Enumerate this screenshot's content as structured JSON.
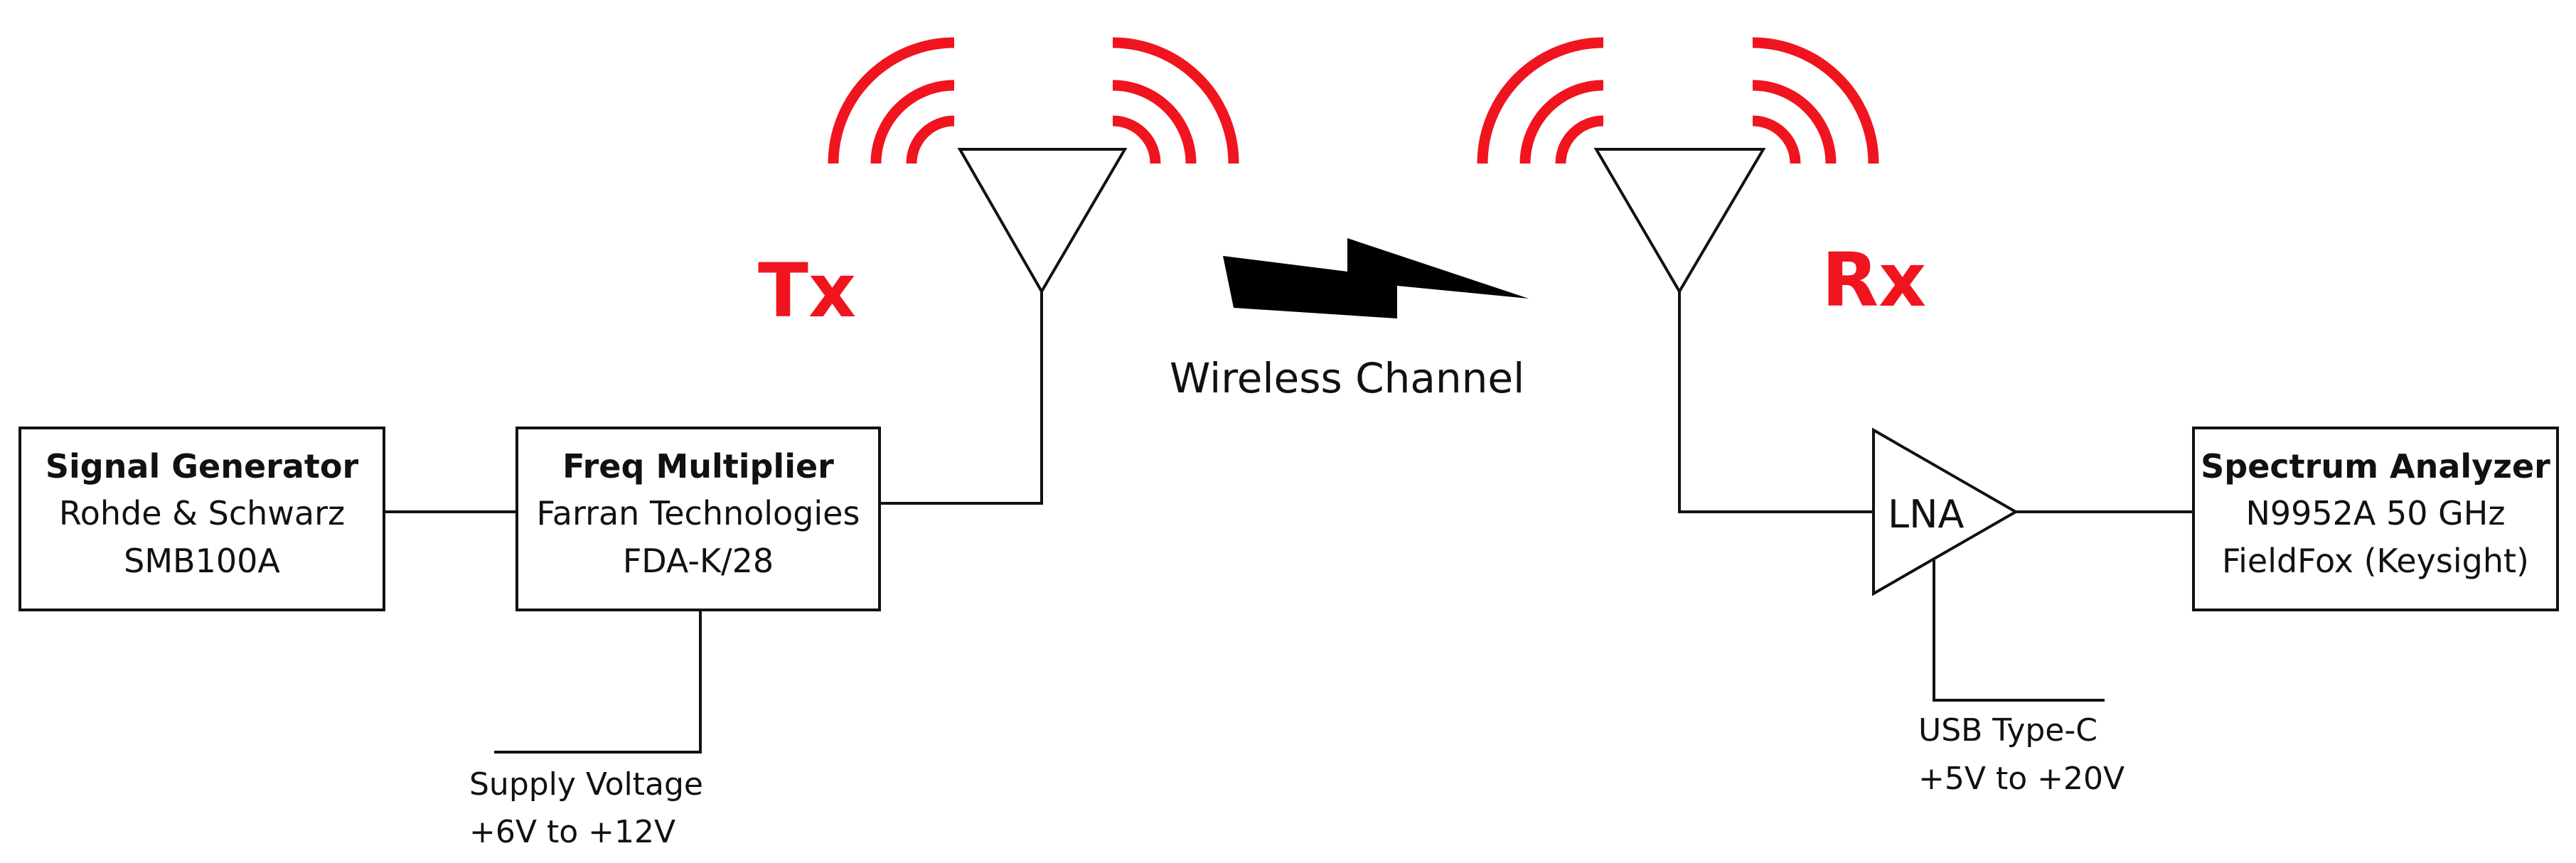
{
  "colors": {
    "accent_red": "#f0141e",
    "line": "#111111",
    "background": "#ffffff"
  },
  "signal_generator": {
    "title": "Signal Generator",
    "line1": "Rohde & Schwarz",
    "line2": "SMB100A"
  },
  "freq_multiplier": {
    "title": "Freq Multiplier",
    "line1": "Farran Technologies",
    "line2": "FDA-K/28",
    "supply_line1": "Supply Voltage",
    "supply_line2": "+6V to +12V"
  },
  "tx": {
    "label": "Tx"
  },
  "rx": {
    "label": "Rx"
  },
  "channel": {
    "label": "Wireless Channel"
  },
  "lna": {
    "label": "LNA",
    "supply_line1": "USB Type-C",
    "supply_line2": "+5V to +20V"
  },
  "spectrum_analyzer": {
    "title": "Spectrum Analyzer",
    "line1": "N9952A 50 GHz",
    "line2": "FieldFox (Keysight)"
  }
}
